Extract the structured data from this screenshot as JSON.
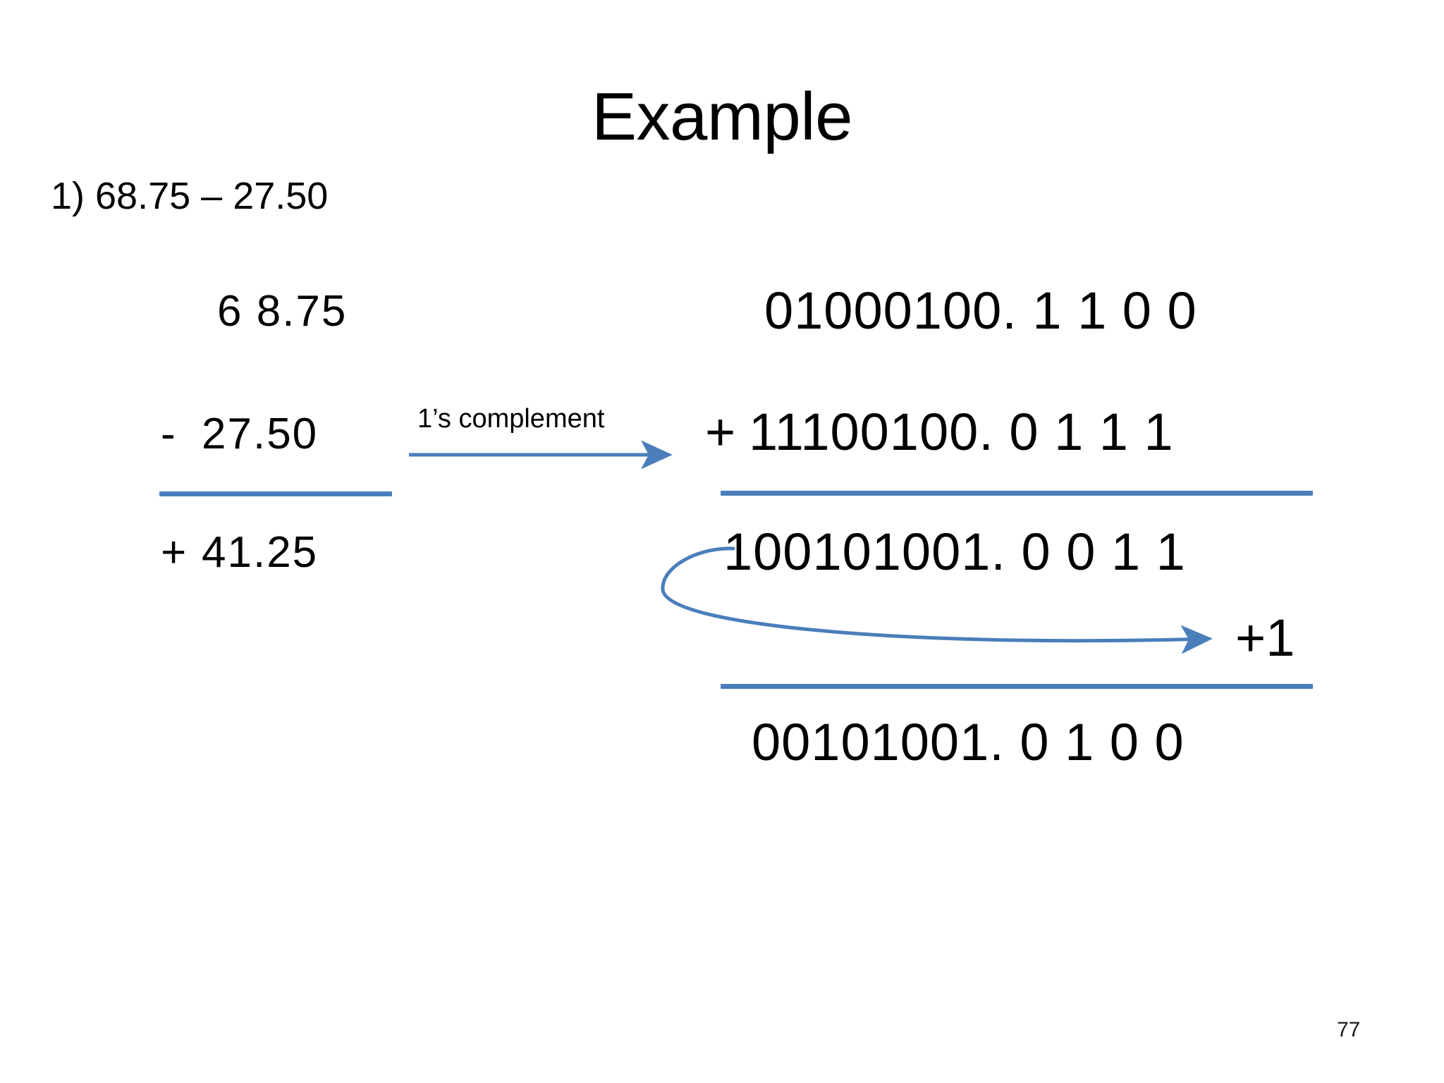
{
  "slide": {
    "title": "Example",
    "page_number": "77",
    "accent_color": "#4a7ebb",
    "text_color": "#000000",
    "background_color": "#ffffff"
  },
  "problem": {
    "statement": "1) 68.75 – 27.50"
  },
  "decimal_work": {
    "minuend": "6 8.75",
    "subtrahend_operator": "-",
    "subtrahend": "27.50",
    "result_operator": "+",
    "result": "41.25"
  },
  "annotation": {
    "label": "1’s complement",
    "arrow_icon": "right-arrow-icon"
  },
  "binary_work": {
    "augend": "01000100. 1 1 0 0",
    "addend_operator": "+",
    "addend": "11100100. 0 1 1 1",
    "sum": "100101001. 0 0 1 1",
    "end_around_carry": "+1",
    "carry_arrow_icon": "curved-carry-arrow-icon",
    "final": "00101001. 0 1 0 0"
  }
}
